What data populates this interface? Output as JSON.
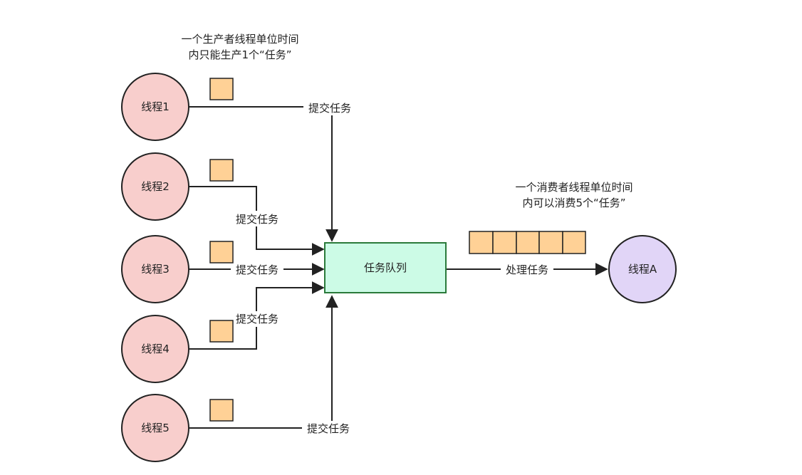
{
  "producer_note": {
    "line1": "一个生产者线程单位时间",
    "line2": "内只能生产1个“任务”"
  },
  "consumer_note": {
    "line1": "一个消费者线程单位时间",
    "line2": "内可以消费5个“任务”"
  },
  "producers": [
    {
      "label": "线程1",
      "edge_label": "提交任务"
    },
    {
      "label": "线程2",
      "edge_label": "提交任务"
    },
    {
      "label": "线程3",
      "edge_label": "提交任务"
    },
    {
      "label": "线程4",
      "edge_label": "提交任务"
    },
    {
      "label": "线程5",
      "edge_label": "提交任务"
    }
  ],
  "queue": {
    "label": "任务队列"
  },
  "consumer": {
    "label": "线程A",
    "edge_label": "处理任务"
  },
  "colors": {
    "producer_fill": "#f8cecc",
    "producer_stroke": "#222222",
    "queue_fill": "#ccfbe6",
    "queue_stroke": "#2a7a3a",
    "consumer_fill": "#e1d5f7",
    "task_fill": "#ffd196",
    "task_stroke": "#222222",
    "edge": "#222222"
  }
}
